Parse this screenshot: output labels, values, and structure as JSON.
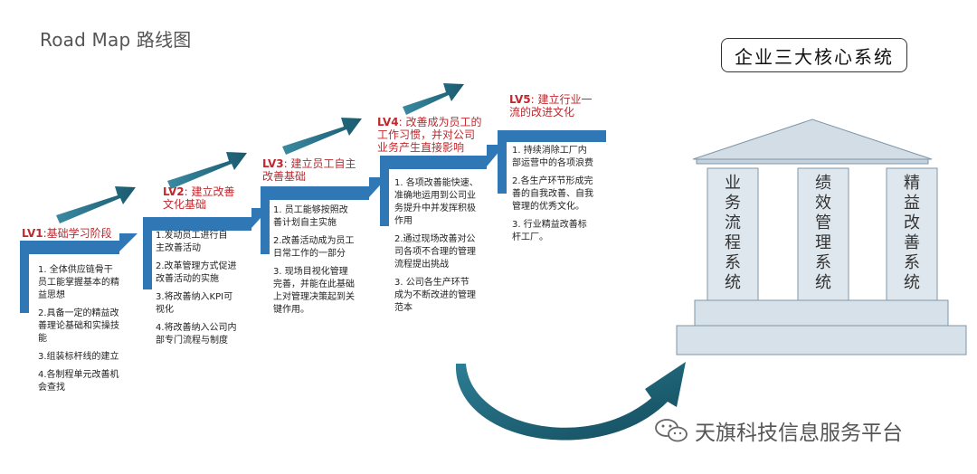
{
  "header": {
    "title": "Road Map 路线图"
  },
  "levels": [
    {
      "tag": "LV1",
      "title": ":基础学习阶段",
      "items": [
        "1. 全体供应链骨干\n员工能掌握基本的精\n益思想",
        "2.具备一定的精益改\n善理论基础和实操技\n能",
        "3.组装标杆线的建立",
        "4.各制程单元改善机\n会查找"
      ]
    },
    {
      "tag": "LV2",
      "title": ": 建立改善\n文化基础",
      "items": [
        "1.发动员工进行自\n主改善活动",
        "2.改革管理方式促进\n改善活动的实施",
        "3.将改善纳入KPI可\n视化",
        "4.将改善纳入公司内\n部专门流程与制度"
      ]
    },
    {
      "tag": "LV3",
      "title": ": 建立员工自主\n改善基础",
      "items": [
        "1. 员工能够按照改\n善计划自主实施",
        "2.改善活动成为员工\n日常工作的一部分",
        "3. 现场目视化管理\n完善，并能在此基础\n上对管理决策起到关\n键作用。"
      ]
    },
    {
      "tag": "LV4",
      "title": ": 改善成为员工的\n工作习惯，并对公司\n业务产生直接影响",
      "items": [
        "1. 各项改善能快速、\n准确地运用到公司业\n务提升中并发挥积极\n作用",
        "2.通过现场改善对公\n司各项不合理的管理\n流程提出挑战",
        "3. 公司各生产环节\n成为不断改进的管理\n范本"
      ]
    },
    {
      "tag": "LV5",
      "title": ": 建立行业一\n流的改进文化",
      "items": [
        "1. 持续消除工厂内\n部运营中的各项浪费",
        "2.各生产环节形成完\n善的自我改善、自我\n管理的优秀文化。",
        "3. 行业精益改善标\n杆工厂。"
      ]
    }
  ],
  "core": {
    "title": "企业三大核心系统",
    "pillars": [
      "业\n务\n流\n程\n系\n统",
      "绩\n效\n管\n理\n系\n统",
      "精\n益\n改\n善\n系\n统"
    ]
  },
  "watermark": {
    "text": "天旗科技信息服务平台",
    "icon": "wechat-icon"
  },
  "colors": {
    "step_blue": "#2f77b5",
    "arrow_teal": "#1a5a6e",
    "level_red": "#c0282e",
    "pillar_fill": "#dfe7ee",
    "roof_fill": "#d2dde6"
  }
}
